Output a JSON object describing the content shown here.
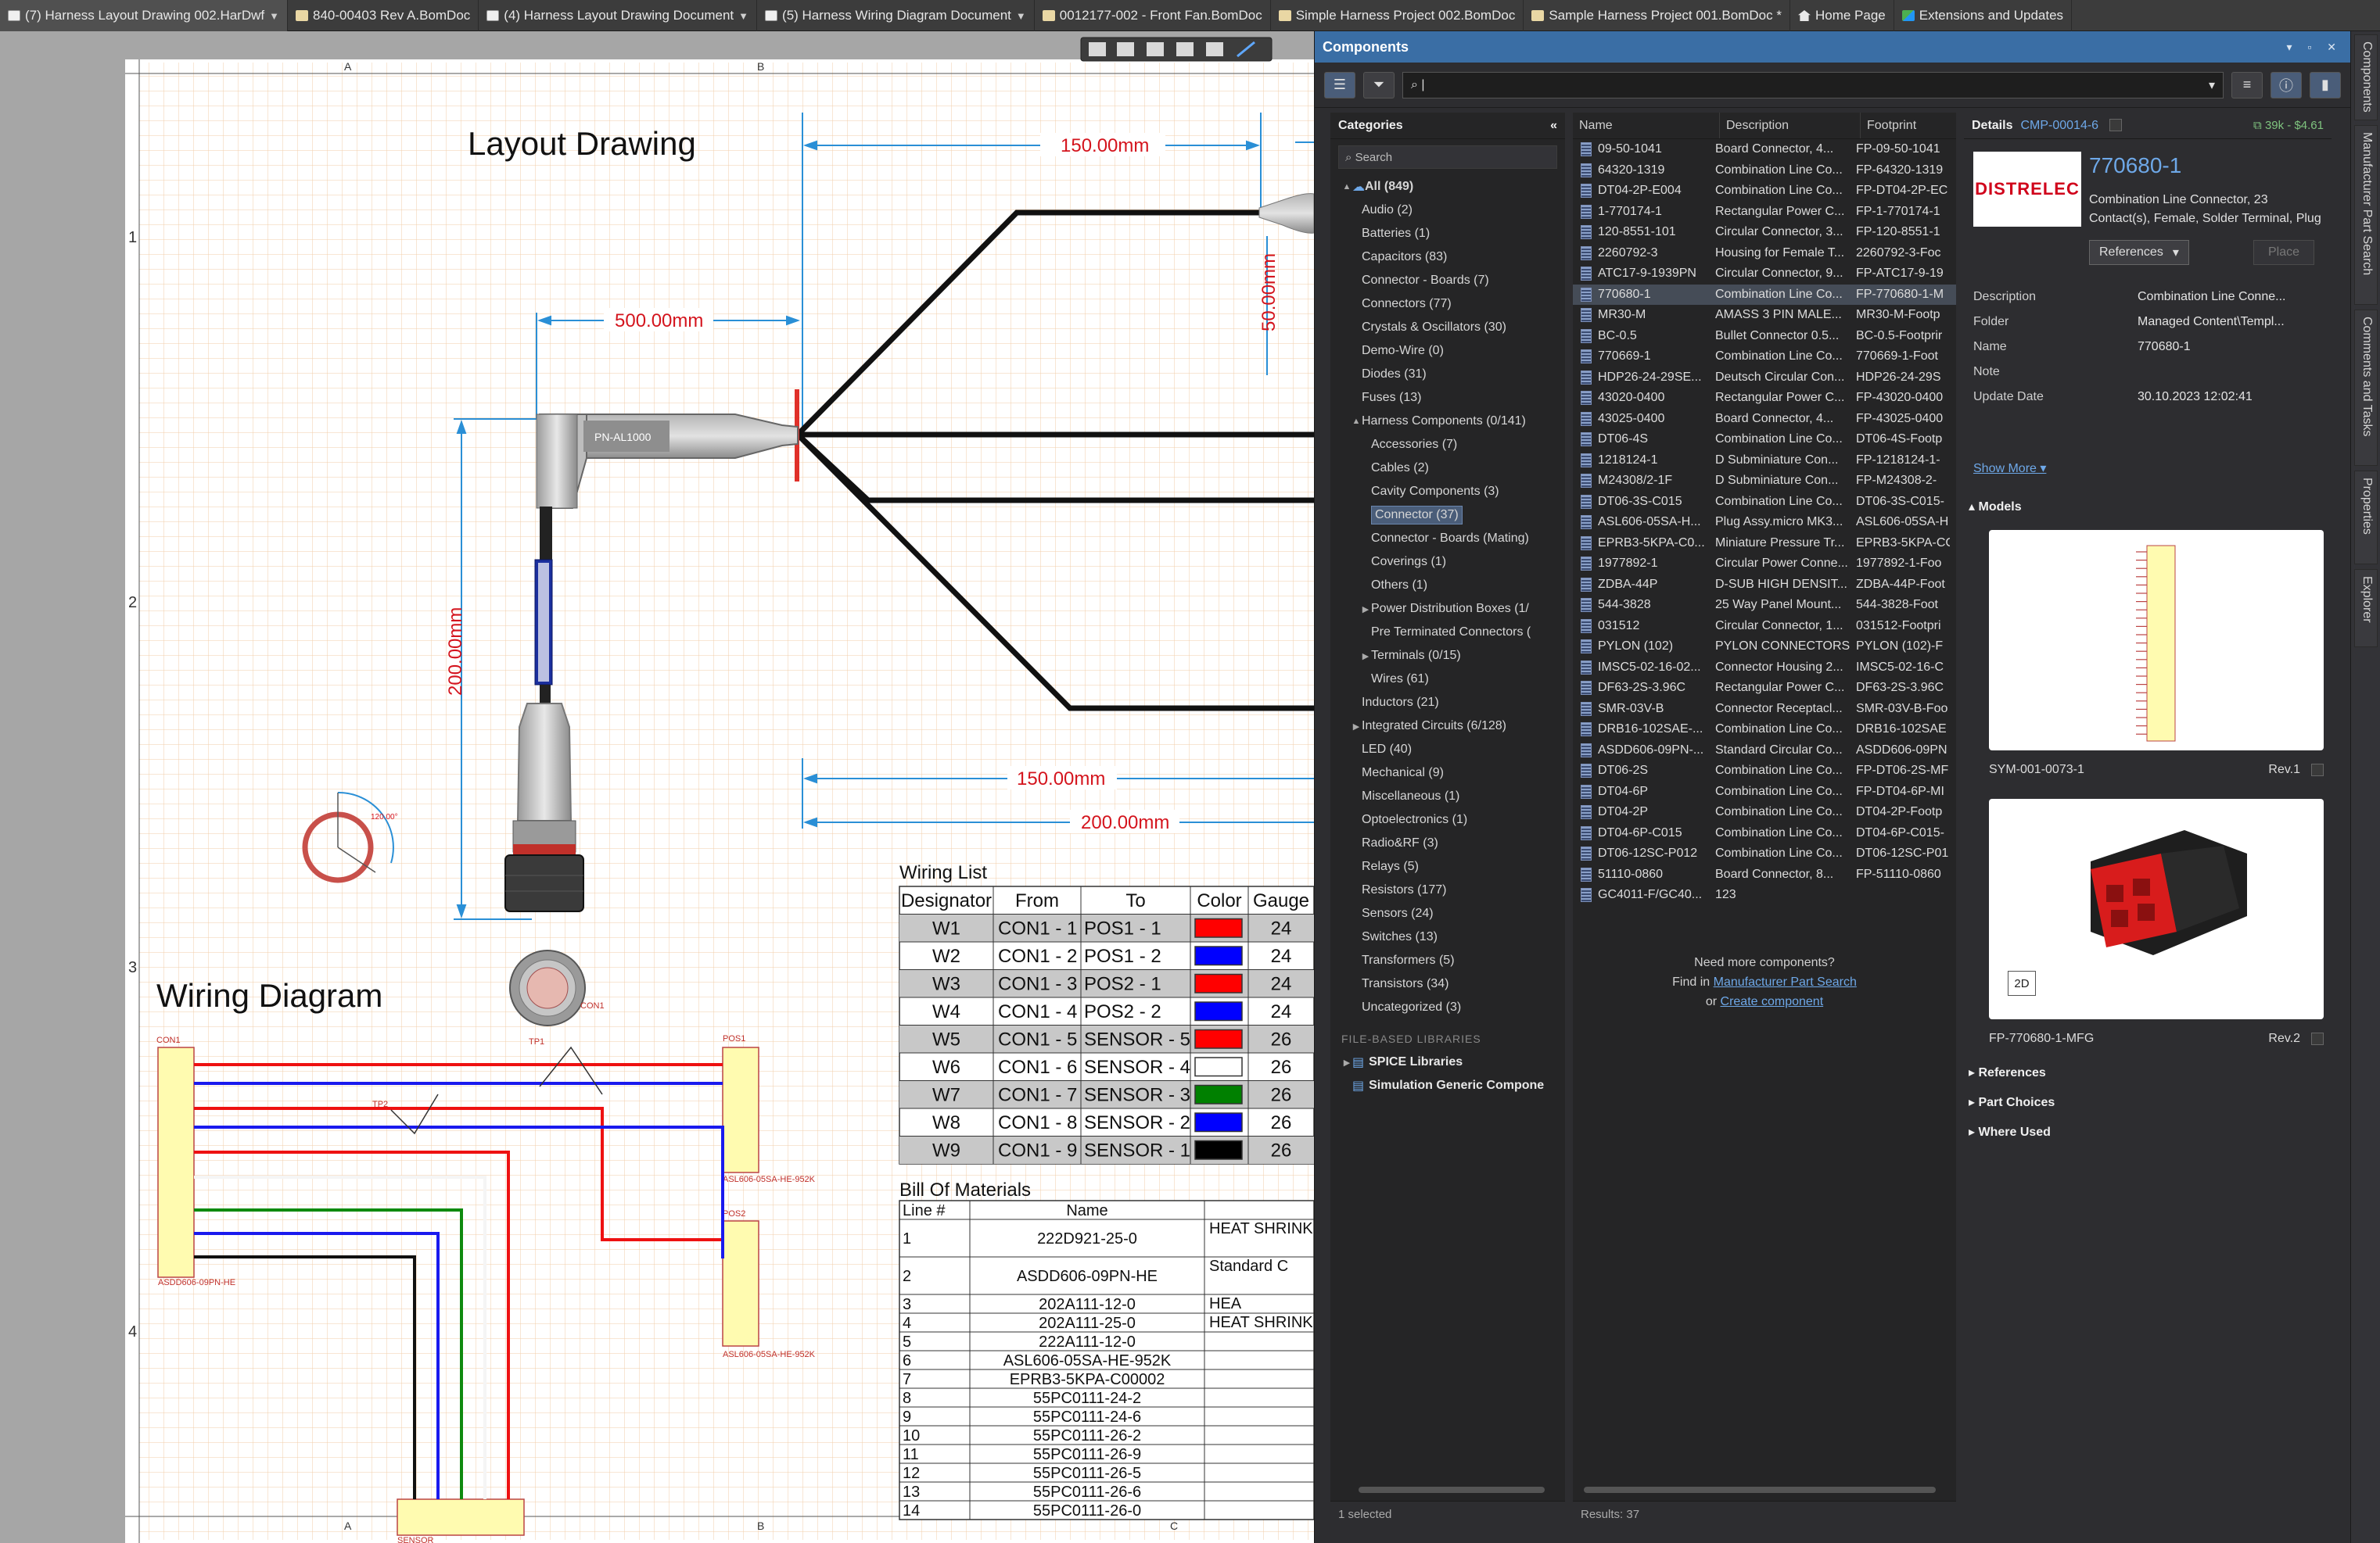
{
  "tabs": [
    {
      "label": "(7) Harness Layout Drawing 002.HarDwf",
      "icon": "drawing-icon",
      "dropdown": true,
      "active": true
    },
    {
      "label": "840-00403 Rev A.BomDoc",
      "icon": "bom-icon",
      "dropdown": false
    },
    {
      "label": "(4) Harness Layout Drawing Document",
      "icon": "drawing-icon",
      "dropdown": true
    },
    {
      "label": "(5) Harness Wiring Diagram Document",
      "icon": "drawing-icon",
      "dropdown": true
    },
    {
      "label": "0012177-002 - Front Fan.BomDoc",
      "icon": "bom-icon",
      "dropdown": false
    },
    {
      "label": "Simple Harness Project 002.BomDoc",
      "icon": "bom-icon",
      "dropdown": false
    },
    {
      "label": "Sample Harness Project 001.BomDoc *",
      "icon": "bom-icon",
      "dropdown": false
    },
    {
      "label": "Home Page",
      "icon": "home-icon",
      "dropdown": false
    },
    {
      "label": "Extensions and Updates",
      "icon": "extensions-icon",
      "dropdown": false
    }
  ],
  "drawing": {
    "layout_title": "Layout Drawing",
    "wiring_title": "Wiring Diagram",
    "grid_cols": [
      "A",
      "B",
      "C"
    ],
    "grid_rows": [
      "1",
      "2",
      "3",
      "4"
    ],
    "dimensions": {
      "top_150": "150.00mm",
      "mid_500": "500.00mm",
      "right_50": "50.00mm",
      "left_200": "200.00mm",
      "bottom_150": "150.00mm",
      "bottom_200": "200.00mm"
    },
    "connector_label": "PN-AL1000",
    "angle_label": "120.00°",
    "con1_label": "CON1",
    "wiring_labels": {
      "con1": "CON1",
      "tp1": "TP1",
      "tp2": "TP2",
      "pos1": "POS1",
      "pos2": "POS2",
      "sensor": "SENSOR",
      "con1_part": "ASDD606-09PN-HE",
      "pos1_part": "ASL606-05SA-HE-952K",
      "pos2_part": "ASL606-05SA-HE-952K"
    },
    "wiring_list": {
      "title": "Wiring List",
      "headers": [
        "Designator",
        "From",
        "To",
        "Color",
        "Gauge"
      ],
      "rows": [
        {
          "des": "W1",
          "from": "CON1 - 1",
          "to": "POS1 - 1",
          "color": "#ff0000",
          "gauge": "24"
        },
        {
          "des": "W2",
          "from": "CON1 - 2",
          "to": "POS1 - 2",
          "color": "#0000ff",
          "gauge": "24"
        },
        {
          "des": "W3",
          "from": "CON1 - 3",
          "to": "POS2 - 1",
          "color": "#ff0000",
          "gauge": "24"
        },
        {
          "des": "W4",
          "from": "CON1 - 4",
          "to": "POS2 - 2",
          "color": "#0000ff",
          "gauge": "24"
        },
        {
          "des": "W5",
          "from": "CON1 - 5",
          "to": "SENSOR - 5",
          "color": "#ff0000",
          "gauge": "26"
        },
        {
          "des": "W6",
          "from": "CON1 - 6",
          "to": "SENSOR - 4",
          "color": "#ffffff",
          "gauge": "26"
        },
        {
          "des": "W7",
          "from": "CON1 - 7",
          "to": "SENSOR - 3",
          "color": "#008000",
          "gauge": "26"
        },
        {
          "des": "W8",
          "from": "CON1 - 8",
          "to": "SENSOR - 2",
          "color": "#0000ff",
          "gauge": "26"
        },
        {
          "des": "W9",
          "from": "CON1 - 9",
          "to": "SENSOR - 1",
          "color": "#000000",
          "gauge": "26"
        }
      ]
    },
    "bom": {
      "title": "Bill Of Materials",
      "headers": [
        "Line #",
        "Name",
        ""
      ],
      "rows": [
        {
          "line": "1",
          "name": "222D921-25-0",
          "extra": "HEAT SHRINK"
        },
        {
          "line": "2",
          "name": "ASDD606-09PN-HE",
          "extra": "Standard C"
        },
        {
          "line": "3",
          "name": "202A111-12-0",
          "extra": "HEA"
        },
        {
          "line": "4",
          "name": "202A111-25-0",
          "extra": "HEAT SHRINK"
        },
        {
          "line": "5",
          "name": "222A111-12-0",
          "extra": ""
        },
        {
          "line": "6",
          "name": "ASL606-05SA-HE-952K",
          "extra": ""
        },
        {
          "line": "7",
          "name": "EPRB3-5KPA-C00002",
          "extra": ""
        },
        {
          "line": "8",
          "name": "55PC0111-24-2",
          "extra": ""
        },
        {
          "line": "9",
          "name": "55PC0111-24-6",
          "extra": ""
        },
        {
          "line": "10",
          "name": "55PC0111-26-2",
          "extra": ""
        },
        {
          "line": "11",
          "name": "55PC0111-26-9",
          "extra": ""
        },
        {
          "line": "12",
          "name": "55PC0111-26-5",
          "extra": ""
        },
        {
          "line": "13",
          "name": "55PC0111-26-6",
          "extra": ""
        },
        {
          "line": "14",
          "name": "55PC0111-26-0",
          "extra": ""
        }
      ]
    }
  },
  "panel": {
    "title": "Components",
    "categories_title": "Categories",
    "categories_search_placeholder": "Search",
    "categories": [
      {
        "label": "All (849)",
        "level": 0,
        "toggle": "▲",
        "bold": true
      },
      {
        "label": "Audio (2)",
        "level": 1
      },
      {
        "label": "Batteries (1)",
        "level": 1
      },
      {
        "label": "Capacitors (83)",
        "level": 1
      },
      {
        "label": "Connector - Boards (7)",
        "level": 1
      },
      {
        "label": "Connectors (77)",
        "level": 1
      },
      {
        "label": "Crystals & Oscillators (30)",
        "level": 1
      },
      {
        "label": "Demo-Wire (0)",
        "level": 1
      },
      {
        "label": "Diodes (31)",
        "level": 1
      },
      {
        "label": "Fuses (13)",
        "level": 1
      },
      {
        "label": "Harness Components (0/141)",
        "level": 1,
        "toggle": "▲"
      },
      {
        "label": "Accessories (7)",
        "level": 2
      },
      {
        "label": "Cables (2)",
        "level": 2
      },
      {
        "label": "Cavity Components (3)",
        "level": 2
      },
      {
        "label": "Connector (37)",
        "level": 2,
        "selected": true
      },
      {
        "label": "Connector - Boards (Mating)",
        "level": 2
      },
      {
        "label": "Coverings (1)",
        "level": 2
      },
      {
        "label": "Others (1)",
        "level": 2
      },
      {
        "label": "Power Distribution Boxes (1/",
        "level": 2,
        "toggle": "▶"
      },
      {
        "label": "Pre Terminated Connectors (",
        "level": 2
      },
      {
        "label": "Terminals (0/15)",
        "level": 2,
        "toggle": "▶"
      },
      {
        "label": "Wires (61)",
        "level": 2
      },
      {
        "label": "Inductors (21)",
        "level": 1
      },
      {
        "label": "Integrated Circuits (6/128)",
        "level": 1,
        "toggle": "▶"
      },
      {
        "label": "LED (40)",
        "level": 1
      },
      {
        "label": "Mechanical (9)",
        "level": 1
      },
      {
        "label": "Miscellaneous (1)",
        "level": 1
      },
      {
        "label": "Optoelectronics (1)",
        "level": 1
      },
      {
        "label": "Radio&RF (3)",
        "level": 1
      },
      {
        "label": "Relays (5)",
        "level": 1
      },
      {
        "label": "Resistors (177)",
        "level": 1
      },
      {
        "label": "Sensors (24)",
        "level": 1
      },
      {
        "label": "Switches (13)",
        "level": 1
      },
      {
        "label": "Transformers (5)",
        "level": 1
      },
      {
        "label": "Transistors (34)",
        "level": 1
      },
      {
        "label": "Uncategorized (3)",
        "level": 1
      }
    ],
    "file_based_header": "FILE-BASED LIBRARIES",
    "libraries": [
      {
        "label": "SPICE Libraries",
        "toggle": "▶"
      },
      {
        "label": "Simulation Generic Compone",
        "toggle": ""
      }
    ],
    "categories_footer": "1 selected",
    "list_headers": [
      "Name",
      "Description",
      "Footprint"
    ],
    "components": [
      {
        "name": "09-50-1041",
        "desc": "Board Connector, 4...",
        "fp": "FP-09-50-1041"
      },
      {
        "name": "64320-1319",
        "desc": "Combination Line Co...",
        "fp": "FP-64320-1319"
      },
      {
        "name": "DT04-2P-E004",
        "desc": "Combination Line Co...",
        "fp": "FP-DT04-2P-EC"
      },
      {
        "name": "1-770174-1",
        "desc": "Rectangular Power C...",
        "fp": "FP-1-770174-1"
      },
      {
        "name": "120-8551-101",
        "desc": "Circular Connector, 3...",
        "fp": "FP-120-8551-1"
      },
      {
        "name": "2260792-3",
        "desc": "Housing for Female T...",
        "fp": "2260792-3-Foc"
      },
      {
        "name": "ATC17-9-1939PN",
        "desc": "Circular Connector, 9...",
        "fp": "FP-ATC17-9-19"
      },
      {
        "name": "770680-1",
        "desc": "Combination Line Co...",
        "fp": "FP-770680-1-M",
        "selected": true
      },
      {
        "name": "MR30-M",
        "desc": "AMASS 3 PIN MALE...",
        "fp": "MR30-M-Footp"
      },
      {
        "name": "BC-0.5",
        "desc": "Bullet Connector 0.5...",
        "fp": "BC-0.5-Footprir"
      },
      {
        "name": "770669-1",
        "desc": "Combination Line Co...",
        "fp": "770669-1-Foot"
      },
      {
        "name": "HDP26-24-29SE...",
        "desc": "Deutsch Circular Con...",
        "fp": "HDP26-24-29S"
      },
      {
        "name": "43020-0400",
        "desc": "Rectangular Power C...",
        "fp": "FP-43020-0400"
      },
      {
        "name": "43025-0400",
        "desc": "Board Connector, 4...",
        "fp": "FP-43025-0400"
      },
      {
        "name": "DT06-4S",
        "desc": "Combination Line Co...",
        "fp": "DT06-4S-Footp"
      },
      {
        "name": "1218124-1",
        "desc": "D Subminiature Con...",
        "fp": "FP-1218124-1-"
      },
      {
        "name": "M24308/2-1F",
        "desc": "D Subminiature Con...",
        "fp": "FP-M24308-2-"
      },
      {
        "name": "DT06-3S-C015",
        "desc": "Combination Line Co...",
        "fp": "DT06-3S-C015-"
      },
      {
        "name": "ASL606-05SA-H...",
        "desc": "Plug Assy.micro MK3...",
        "fp": "ASL606-05SA-H"
      },
      {
        "name": "EPRB3-5KPA-C0...",
        "desc": "Miniature Pressure Tr...",
        "fp": "EPRB3-5KPA-CC"
      },
      {
        "name": "1977892-1",
        "desc": "Circular Power Conne...",
        "fp": "1977892-1-Foo"
      },
      {
        "name": "ZDBA-44P",
        "desc": "D-SUB HIGH DENSIT...",
        "fp": "ZDBA-44P-Foot"
      },
      {
        "name": "544-3828",
        "desc": "25 Way Panel Mount...",
        "fp": "544-3828-Foot"
      },
      {
        "name": "031512",
        "desc": "Circular Connector, 1...",
        "fp": "031512-Footpri"
      },
      {
        "name": "PYLON (102)",
        "desc": "PYLON CONNECTORS",
        "fp": "PYLON (102)-F"
      },
      {
        "name": "IMSC5-02-16-02...",
        "desc": "Connector Housing 2...",
        "fp": "IMSC5-02-16-C"
      },
      {
        "name": "DF63-2S-3.96C",
        "desc": "Rectangular Power C...",
        "fp": "DF63-2S-3.96C"
      },
      {
        "name": "SMR-03V-B",
        "desc": "Connector Receptacl...",
        "fp": "SMR-03V-B-Foo"
      },
      {
        "name": "DRB16-102SAE-...",
        "desc": "Combination Line Co...",
        "fp": "DRB16-102SAE"
      },
      {
        "name": "ASDD606-09PN-...",
        "desc": "Standard Circular Co...",
        "fp": "ASDD606-09PN"
      },
      {
        "name": "DT06-2S",
        "desc": "Combination Line Co...",
        "fp": "FP-DT06-2S-MF"
      },
      {
        "name": "DT04-6P",
        "desc": "Combination Line Co...",
        "fp": "FP-DT04-6P-MI"
      },
      {
        "name": "DT04-2P",
        "desc": "Combination Line Co...",
        "fp": "DT04-2P-Footp"
      },
      {
        "name": "DT04-6P-C015",
        "desc": "Combination Line Co...",
        "fp": "DT04-6P-C015-"
      },
      {
        "name": "DT06-12SC-P012",
        "desc": "Combination Line Co...",
        "fp": "DT06-12SC-P01"
      },
      {
        "name": "51110-0860",
        "desc": "Board Connector, 8...",
        "fp": "FP-51110-0860"
      },
      {
        "name": "GC4011-F/GC40...",
        "desc": "123",
        "fp": ""
      }
    ],
    "need_more": "Need more components?",
    "find_in": "Find in",
    "mps_link": "Manufacturer Part Search",
    "or": "or",
    "create_link": "Create component",
    "list_footer": "Results: 37",
    "details": {
      "header": "Details",
      "cmp_id": "CMP-00014-6",
      "price": "39k - $4.61",
      "logo_text": "DISTRELEC",
      "part_name": "770680-1",
      "part_desc": "Combination Line Connector, 23 Contact(s), Female, Solder Terminal, Plug",
      "refs_button": "References",
      "place_button": "Place",
      "props": [
        {
          "k": "Description",
          "v": "Combination Line Conne..."
        },
        {
          "k": "Folder",
          "v": "Managed Content\\Templ..."
        },
        {
          "k": "Name",
          "v": "770680-1"
        },
        {
          "k": "Note",
          "v": ""
        },
        {
          "k": "Update Date",
          "v": "30.10.2023 12:02:41"
        }
      ],
      "show_more": "Show More ▾",
      "models_header": "Models",
      "model1_name": "SYM-001-0073-1",
      "model1_rev": "Rev.1",
      "model2_name": "FP-770680-1-MFG",
      "model2_rev": "Rev.2",
      "model2_badge": "2D",
      "sections": [
        "References",
        "Part Choices",
        "Where Used"
      ]
    }
  },
  "side_tabs": [
    "Components",
    "Manufacturer Part Search",
    "Comments and Tasks",
    "Properties",
    "Explorer"
  ]
}
